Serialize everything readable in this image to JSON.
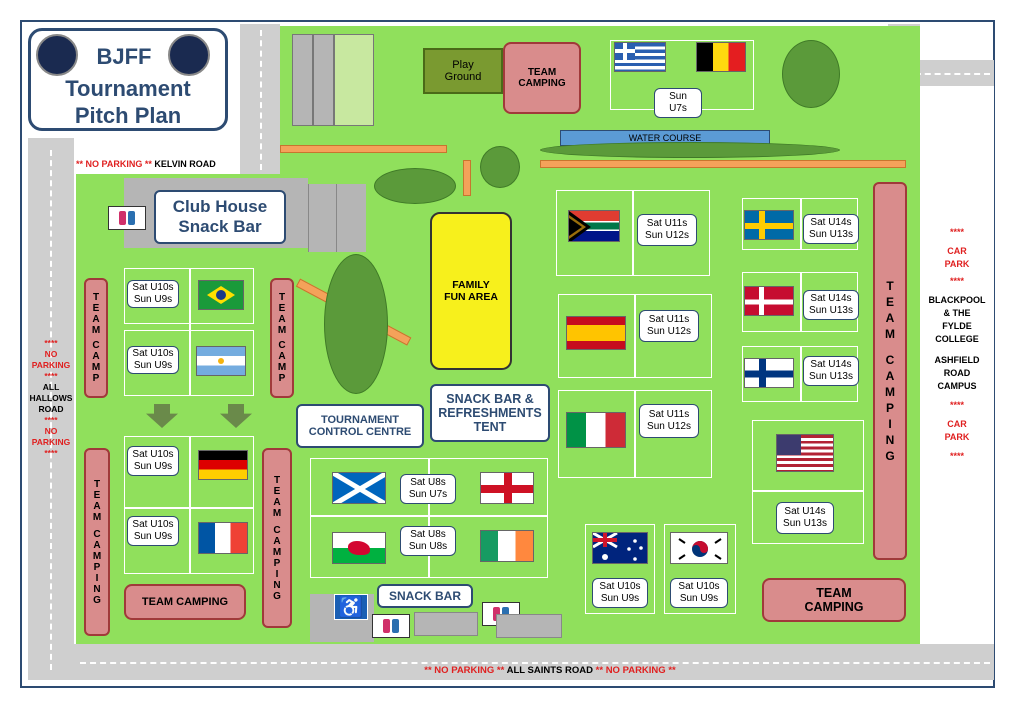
{
  "title": {
    "line1": "BJFF",
    "line2": "Tournament",
    "line3": "Pitch Plan"
  },
  "roads": {
    "kelvin": "** NO PARKING ** KELVIN ROAD",
    "kelvin_red": "** NO PARKING **",
    "kelvin_name": "KELVIN ROAD",
    "all_saints_a": "** NO PARKING **",
    "all_saints_name": "ALL SAINTS ROAD",
    "all_saints_b": "** NO PARKING **",
    "all_hallows": [
      "****",
      "NO",
      "PARKING",
      "****",
      "ALL",
      "HALLOWS",
      "ROAD",
      "****",
      "NO",
      "PARKING",
      "****"
    ]
  },
  "right_panel": [
    "****",
    "CAR",
    "PARK",
    "****",
    "BLACKPOOL",
    "& THE",
    "FYLDE",
    "COLLEGE",
    "ASHFIELD",
    "ROAD",
    "CAMPUS",
    "****",
    "CAR",
    "PARK",
    "****"
  ],
  "facilities": {
    "club_house_1": "Club House",
    "club_house_2": "Snack Bar",
    "play_ground_1": "Play",
    "play_ground_2": "Ground",
    "team_camping_top_1": "TEAM",
    "team_camping_top_2": "CAMPING",
    "water_course": "WATER COURSE",
    "family_fun_1": "FAMILY",
    "family_fun_2": "FUN AREA",
    "snack_tent_1": "SNACK BAR &",
    "snack_tent_2": "REFRESHMENTS",
    "snack_tent_3": "TENT",
    "control_1": "TOURNAMENT",
    "control_2": "CONTROL CENTRE",
    "snack_bar": "SNACK BAR",
    "team_camping_bottom_left": "TEAM CAMPING",
    "team_camping_bottom_right_1": "TEAM",
    "team_camping_bottom_right_2": "CAMPING"
  },
  "vertical_camps": {
    "team_camp": [
      "T",
      "E",
      "A",
      "M",
      "C",
      "A",
      "M",
      "P"
    ],
    "team_camping": [
      "T",
      "E",
      "A",
      "M",
      "C",
      "A",
      "M",
      "P",
      "I",
      "N",
      "G"
    ]
  },
  "pitches": {
    "left": [
      {
        "line1": "Sat U10s",
        "line2": "Sun U9s",
        "flag": "brazil"
      },
      {
        "line1": "Sat U10s",
        "line2": "Sun U9s",
        "flag": "argentina"
      },
      {
        "line1": "Sat U10s",
        "line2": "Sun U9s",
        "flag": "germany"
      },
      {
        "line1": "Sat U10s",
        "line2": "Sun U9s",
        "flag": "france"
      }
    ],
    "center": [
      {
        "line1": "Sat U8s",
        "line2": "Sun U7s",
        "flags": [
          "scotland",
          "england"
        ]
      },
      {
        "line1": "Sat U8s",
        "line2": "Sun U8s",
        "flags": [
          "wales",
          "ireland"
        ]
      }
    ],
    "top": {
      "line1": "Sun",
      "line2": "U7s",
      "flags": [
        "greece",
        "belgium"
      ]
    },
    "mid": [
      {
        "line1": "Sat U11s",
        "line2": "Sun U12s",
        "flag": "south-africa"
      },
      {
        "line1": "Sat U11s",
        "line2": "Sun U12s",
        "flag": "spain"
      },
      {
        "line1": "Sat U11s",
        "line2": "Sun U12s",
        "flag": "italy"
      }
    ],
    "right": [
      {
        "line1": "Sat U14s",
        "line2": "Sun U13s",
        "flag": "sweden"
      },
      {
        "line1": "Sat U14s",
        "line2": "Sun U13s",
        "flag": "denmark"
      },
      {
        "line1": "Sat U14s",
        "line2": "Sun U13s",
        "flag": "finland"
      },
      {
        "line1": "Sat U14s",
        "line2": "Sun U13s",
        "flag": "usa"
      }
    ],
    "bottom": [
      {
        "line1": "Sat U10s",
        "line2": "Sun U9s",
        "flag": "australia"
      },
      {
        "line1": "Sat U10s",
        "line2": "Sun U9s",
        "flag": "south-korea"
      }
    ]
  },
  "colors": {
    "grass": "#90e05c",
    "navy": "#2d4b72",
    "camp_fill": "#d98c8c",
    "fun_area": "#f7f01c",
    "water": "#5b9bd5",
    "road": "#cfcfcf"
  }
}
